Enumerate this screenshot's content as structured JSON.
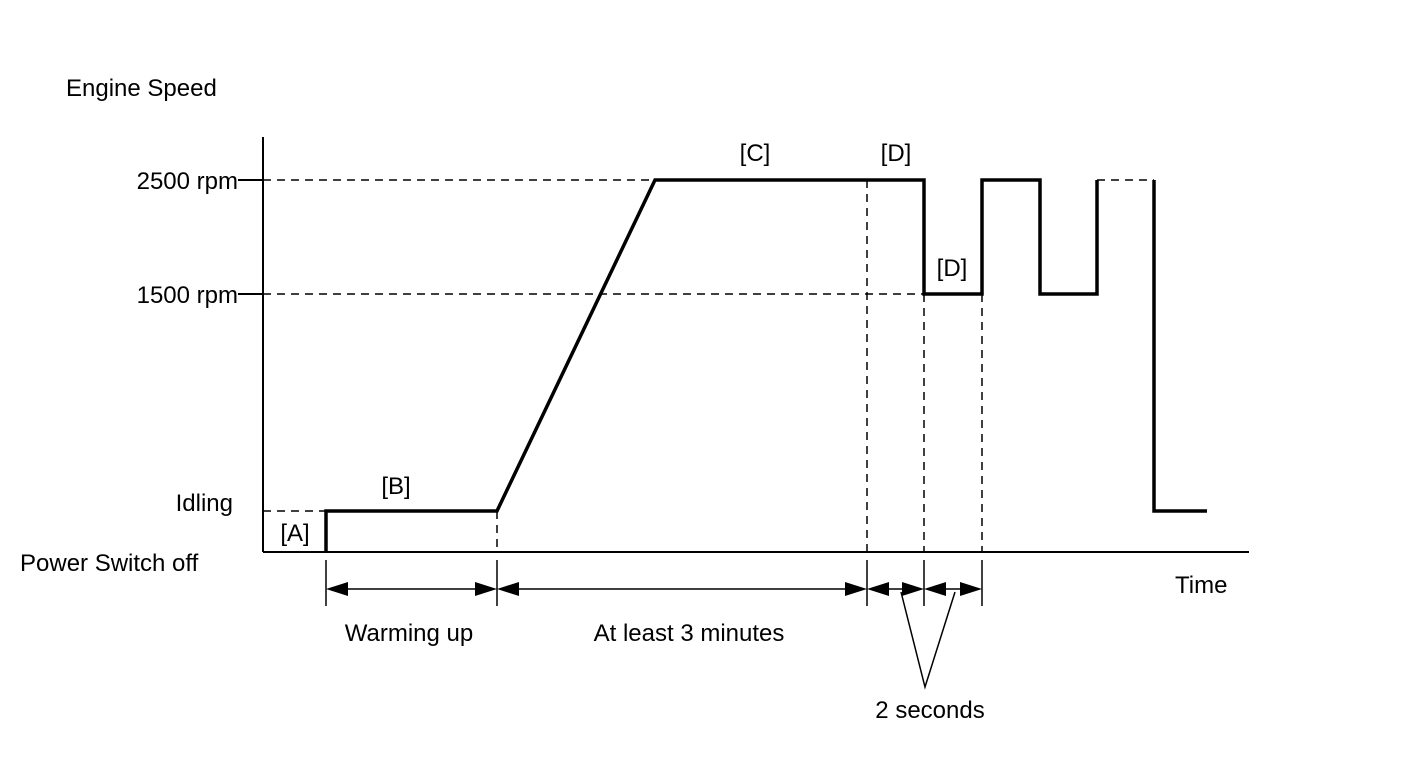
{
  "labels": {
    "y_axis_title": "Engine Speed",
    "x_axis_title": "Time",
    "level_2500": "2500 rpm",
    "level_1500": "1500 rpm",
    "level_idling": "Idling",
    "level_off": "Power Switch off"
  },
  "phases": {
    "a": "[A]",
    "b": "[B]",
    "c": "[C]",
    "d_high": "[D]",
    "d_low": "[D]"
  },
  "durations": {
    "warming_up": "Warming up",
    "at_least": "At least 3 minutes",
    "two_seconds": "2 seconds"
  }
}
